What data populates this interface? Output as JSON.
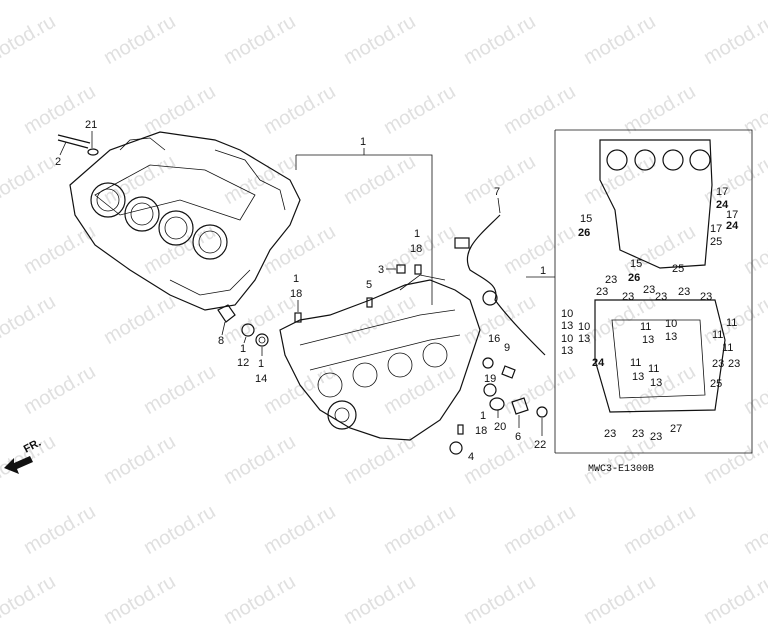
{
  "watermark": "motod.ru",
  "diagram_code": "MWC3-E1300B",
  "direction_label": "FR.",
  "callouts": {
    "c1_top": "1",
    "c1_left": "1",
    "c1_left2": "1",
    "c1_mid": "1",
    "c1_bottom": "1",
    "c1_right": "1",
    "c2": "2",
    "c21": "21",
    "c3": "3",
    "c4": "4",
    "c5": "5",
    "c6": "6",
    "c7": "7",
    "c8": "8",
    "c9": "9",
    "c12": "12",
    "c14": "14",
    "c16": "16",
    "c18a": "18",
    "c18b": "18",
    "c18c": "18",
    "c19": "19",
    "c20": "20",
    "c22": "22",
    "r15a": "15",
    "r26a": "26",
    "r15b": "15",
    "r26b": "26",
    "r17a": "17",
    "r24a": "24",
    "r17b": "17",
    "r17c": "17",
    "r24b": "24",
    "r25a": "25",
    "r25b": "25",
    "r23_1": "23",
    "r23_2": "23",
    "r23_3": "23",
    "r23_4": "23",
    "r23_5": "23",
    "r23_6": "23",
    "r23_7": "23",
    "r10a": "10",
    "r13a": "13",
    "r10b": "10",
    "r13b": "13",
    "r10c": "10",
    "r13c": "13",
    "r24c": "24",
    "r11a": "11",
    "r13d": "13",
    "r10d": "10",
    "r13e": "13",
    "r11b": "11",
    "r11c": "11",
    "r11d": "11",
    "r23_8": "23",
    "r11e": "11",
    "r13f": "13",
    "r11f": "11",
    "r13g": "13",
    "r23_9": "23",
    "r25c": "25",
    "r23_10": "23",
    "r23_11": "23",
    "r23_12": "23",
    "r27": "27"
  }
}
